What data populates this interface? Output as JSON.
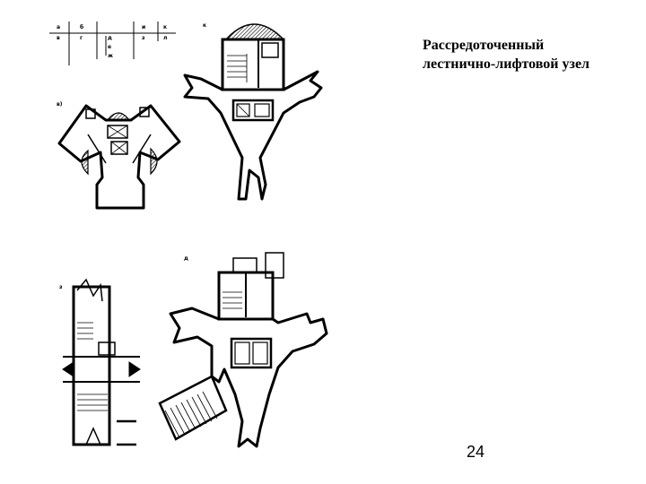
{
  "caption": {
    "line1": "Рассредоточенный",
    "line2": "лестнично-лифтовой узел"
  },
  "page_number": "24",
  "legend": {
    "row1": [
      "а",
      "б",
      "",
      "и",
      "к"
    ],
    "row2": [
      "в",
      "г",
      "д",
      "з",
      "л"
    ],
    "extra": [
      "е",
      "ж"
    ]
  },
  "plan_labels": {
    "plan_k": "к",
    "plan_v": "в)",
    "plan_d": "д",
    "plan_z": "з"
  }
}
